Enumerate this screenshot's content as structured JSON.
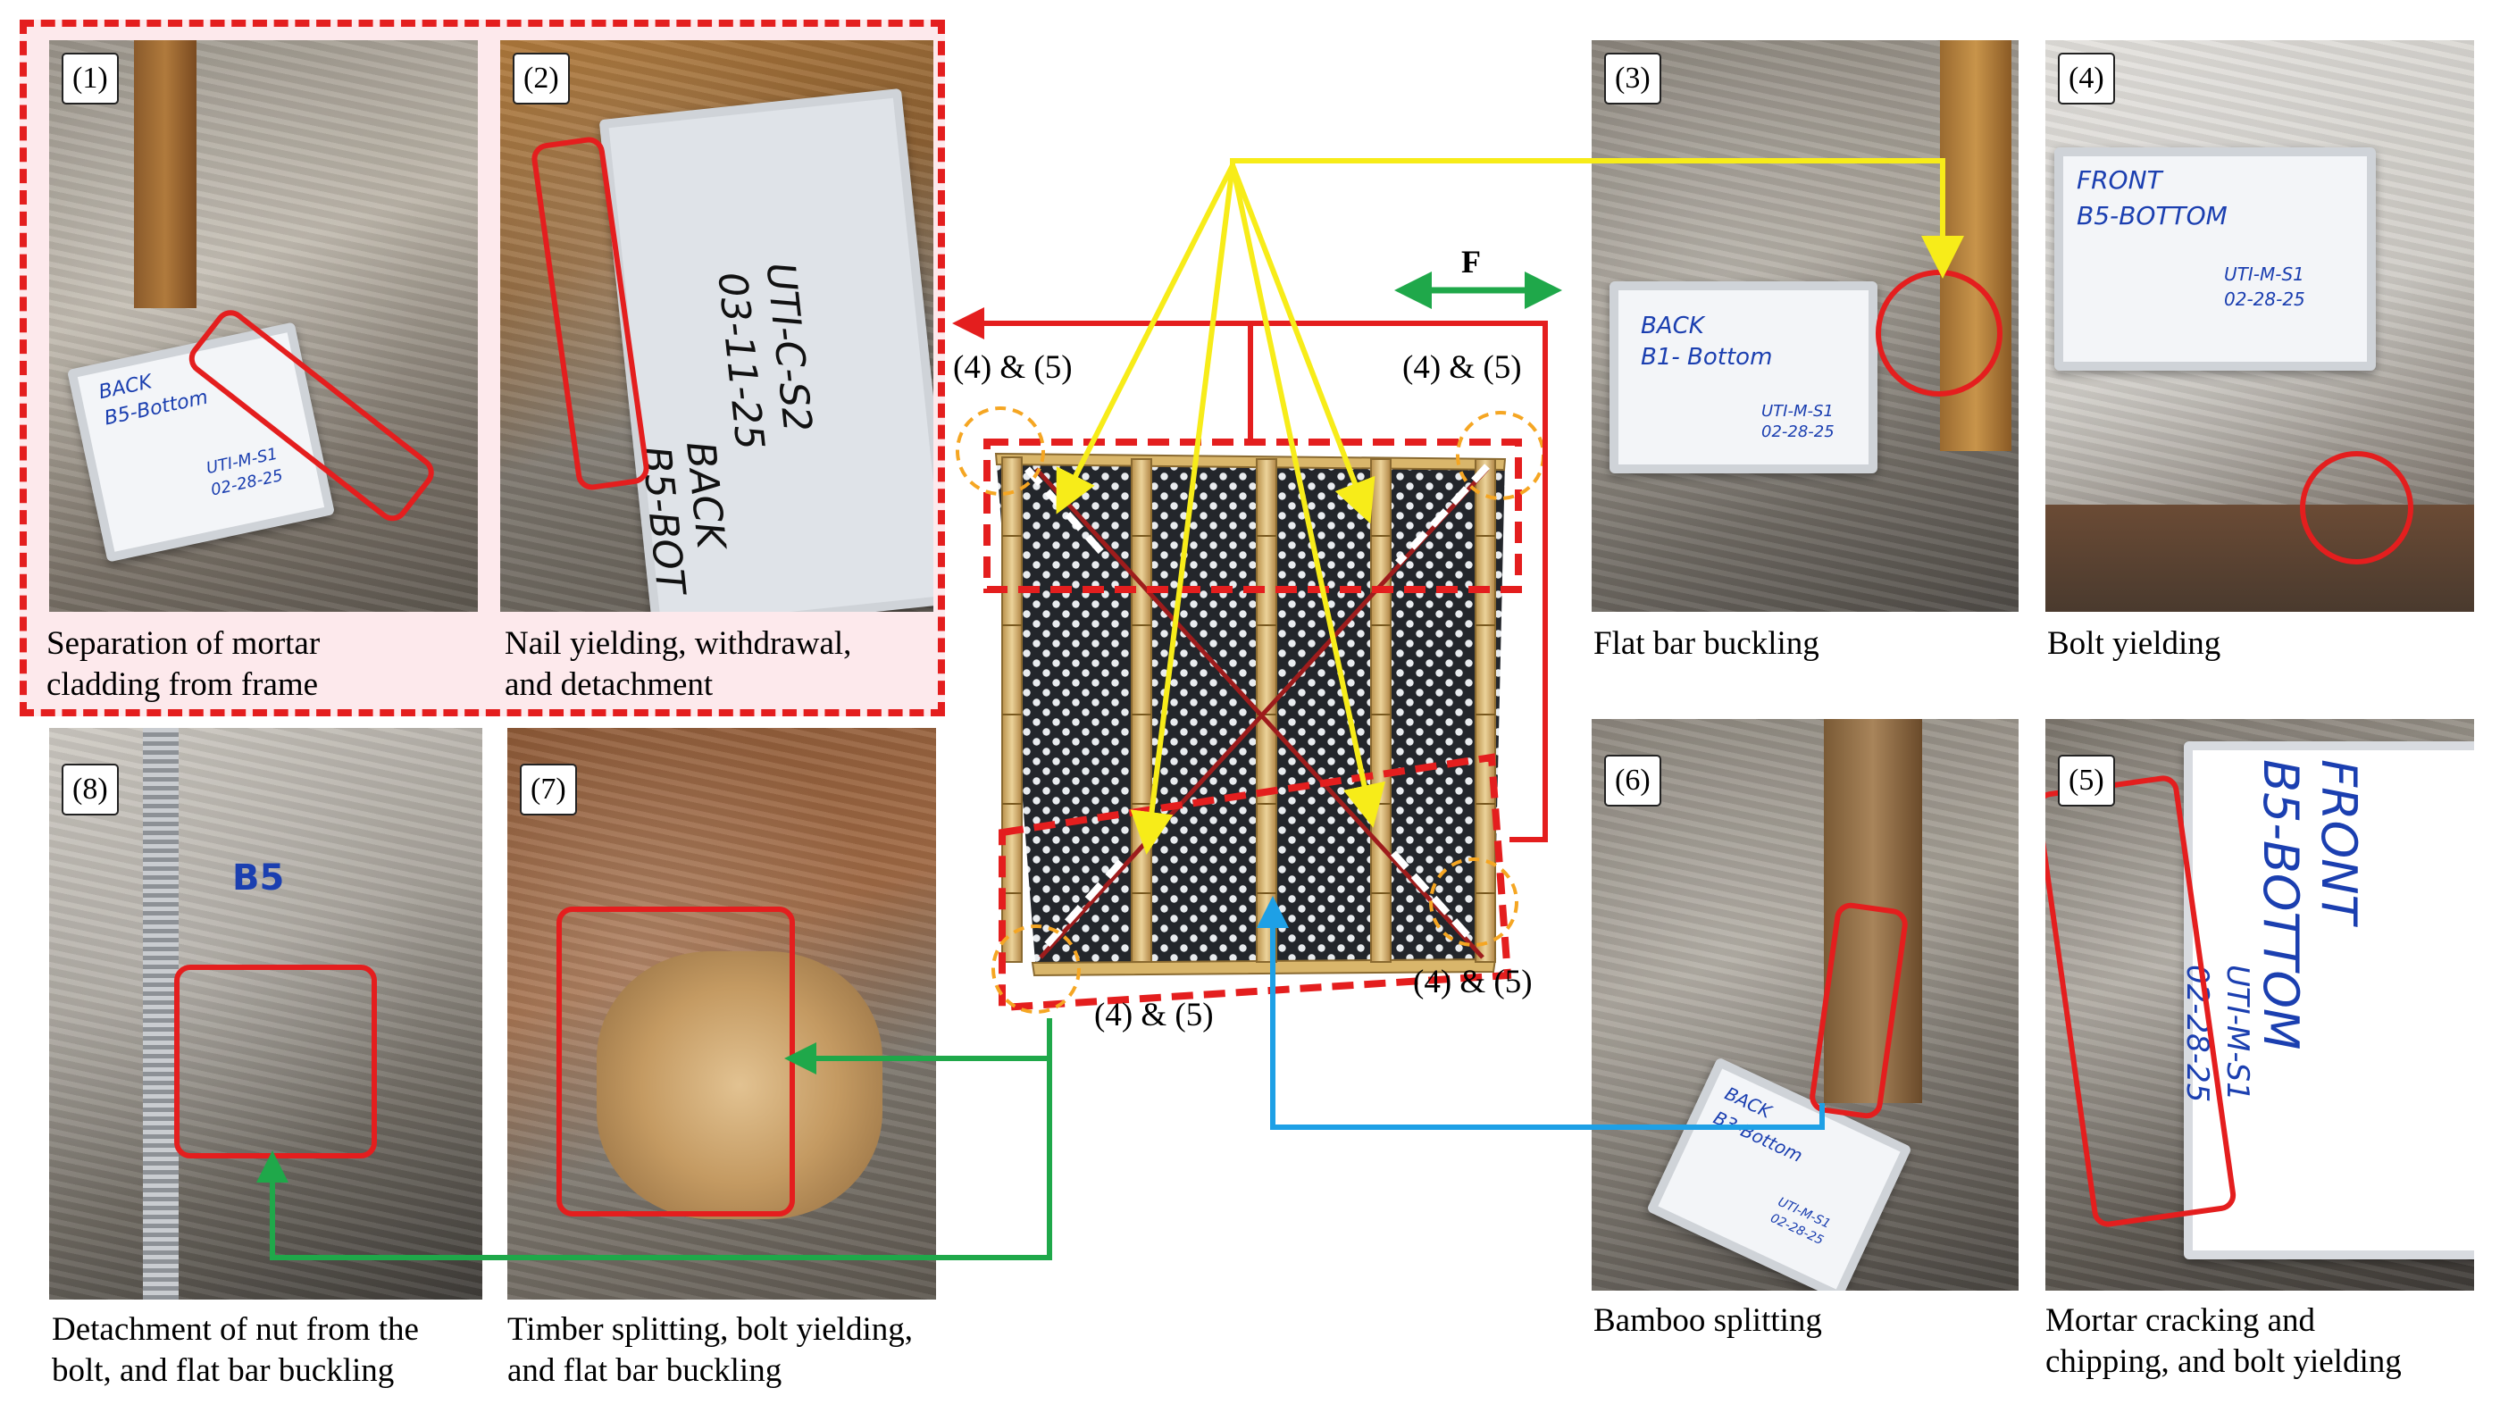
{
  "photos": [
    {
      "id": "1",
      "label": "(1)",
      "caption": [
        "Separation of mortar",
        "cladding from frame"
      ],
      "board": [
        "BACK",
        "B5-Bottom",
        "UTI-M-S1",
        "02-28-25"
      ]
    },
    {
      "id": "2",
      "label": "(2)",
      "caption": [
        "Nail yielding, withdrawal,",
        "and detachment"
      ],
      "board": [
        "UTI-C-S2",
        "03-11-25",
        "BACK",
        "B5-BOT"
      ]
    },
    {
      "id": "3",
      "label": "(3)",
      "caption": [
        "Flat bar buckling"
      ],
      "board": [
        "BACK",
        "B1- Bottom",
        "UTI-M-S1",
        "02-28-25"
      ]
    },
    {
      "id": "4",
      "label": "(4)",
      "caption": [
        "Bolt yielding"
      ],
      "board": [
        "FRONT",
        "B5-BOTTOM",
        "UTI-M-S1",
        "02-28-25"
      ]
    },
    {
      "id": "5",
      "label": "(5)",
      "caption": [
        "Mortar cracking and",
        "chipping, and bolt yielding"
      ],
      "board": [
        "FRONT",
        "B5-BOTTOM",
        "UTI-M-S1",
        "02-28-25"
      ]
    },
    {
      "id": "6",
      "label": "(6)",
      "caption": [
        "Bamboo splitting"
      ],
      "board": [
        "BACK",
        "B3-Bottom",
        "UTI-M-S1",
        "02-28-25"
      ]
    },
    {
      "id": "7",
      "label": "(7)",
      "caption": [
        "Timber splitting, bolt yielding,",
        "and flat bar buckling"
      ],
      "board": []
    },
    {
      "id": "8",
      "label": "(8)",
      "caption": [
        "Detachment of nut from the",
        "bolt, and flat bar buckling"
      ],
      "board": [
        "B5"
      ]
    }
  ],
  "center": {
    "force_label": "F",
    "corner_labels": [
      "(4) & (5)",
      "(4) & (5)",
      "(4) & (5)",
      "(4) & (5)"
    ]
  },
  "colors": {
    "red": "#e41e1e",
    "yellow": "#f7ec19",
    "green": "#1fa84a",
    "blue": "#1ea0e6",
    "orange": "#f5a623",
    "bamboo": "#d9b66b"
  }
}
